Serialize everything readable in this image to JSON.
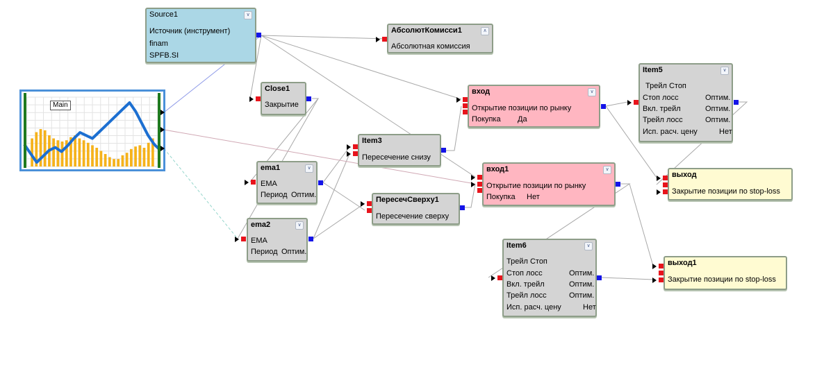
{
  "chart": {
    "label": "Main",
    "bar_levels": [
      0.45,
      0.55,
      0.6,
      0.58,
      0.5,
      0.45,
      0.42,
      0.4,
      0.42,
      0.47,
      0.5,
      0.45,
      0.42,
      0.38,
      0.34,
      0.3,
      0.25,
      0.2,
      0.15,
      0.12,
      0.12,
      0.18,
      0.22,
      0.28,
      0.32,
      0.34,
      0.3,
      0.38,
      0.45
    ],
    "line_levels": [
      0.3,
      0.15,
      0.0,
      0.1,
      0.2,
      0.25,
      0.18,
      0.28,
      0.4,
      0.5,
      0.45,
      0.4,
      0.5,
      0.6,
      0.7,
      0.8,
      0.9,
      1.0,
      0.85,
      0.65,
      0.45,
      0.3,
      0.2
    ],
    "bar_color": "#f5b21b",
    "line_color": "#1c6fd1",
    "marker_color": "#1f7a1f"
  },
  "nodes": {
    "source1": {
      "title": "Source1",
      "rows": [
        "Источник (инструмент)",
        "finam",
        "SPFB.SI"
      ]
    },
    "abs": {
      "title": "АбсолютКомисси1",
      "rows": [
        "Абсолютная комиссия"
      ]
    },
    "close1": {
      "title": "Close1",
      "rows": [
        "Закрытие"
      ]
    },
    "vhod": {
      "title": "вход",
      "rows": [
        "Открытие позиции по рынку"
      ],
      "kv": [
        [
          "Покупка",
          "Да"
        ]
      ]
    },
    "item5": {
      "title": "Item5",
      "rows": [
        "Трейл Стоп"
      ],
      "kv": [
        [
          "Стоп лосс",
          "Оптим."
        ],
        [
          "Вкл. трейл",
          "Оптим."
        ],
        [
          "Трейл лосс",
          "Оптим."
        ],
        [
          "Исп. расч. цену",
          "Нет"
        ]
      ]
    },
    "item3": {
      "title": "Item3",
      "rows": [
        "Пересечение снизу"
      ]
    },
    "ema1": {
      "title": "ema1",
      "rows": [
        "EMA"
      ],
      "kv": [
        [
          "Период",
          "Оптим."
        ]
      ]
    },
    "vhod1": {
      "title": "вход1",
      "rows": [
        "Открытие позиции по рынку"
      ],
      "kv": [
        [
          "Покупка",
          "Нет"
        ]
      ]
    },
    "vyhod": {
      "title": "выход",
      "rows": [
        "Закрытие позиции по stop-loss"
      ]
    },
    "peresech": {
      "title": "ПересечСверху1",
      "rows": [
        "Пересечение сверху"
      ]
    },
    "ema2": {
      "title": "ema2",
      "rows": [
        "EMA"
      ],
      "kv": [
        [
          "Период",
          "Оптим."
        ]
      ]
    },
    "item6": {
      "title": "Item6",
      "rows": [
        "Трейл Стоп"
      ],
      "kv": [
        [
          "Стоп лосс",
          "Оптим."
        ],
        [
          "Вкл. трейл",
          "Оптим."
        ],
        [
          "Трейл лосс",
          "Оптим."
        ],
        [
          "Исп. расч. цену",
          "Нет"
        ]
      ]
    },
    "vyhod1": {
      "title": "выход1",
      "rows": [
        "Закрытие позиции по stop-loss"
      ]
    }
  },
  "colors": {
    "node_default": "#d4d4d4",
    "node_source": "#abd7e6",
    "node_entry": "#ffb6c1",
    "node_exit": "#fffbd2",
    "port_in": "#e8141c",
    "port_out": "#1414e8",
    "chart_border": "#4a90d9"
  },
  "icons": {
    "collapse": "chevron-double-down-icon",
    "expand": "chevron-double-up-icon"
  }
}
